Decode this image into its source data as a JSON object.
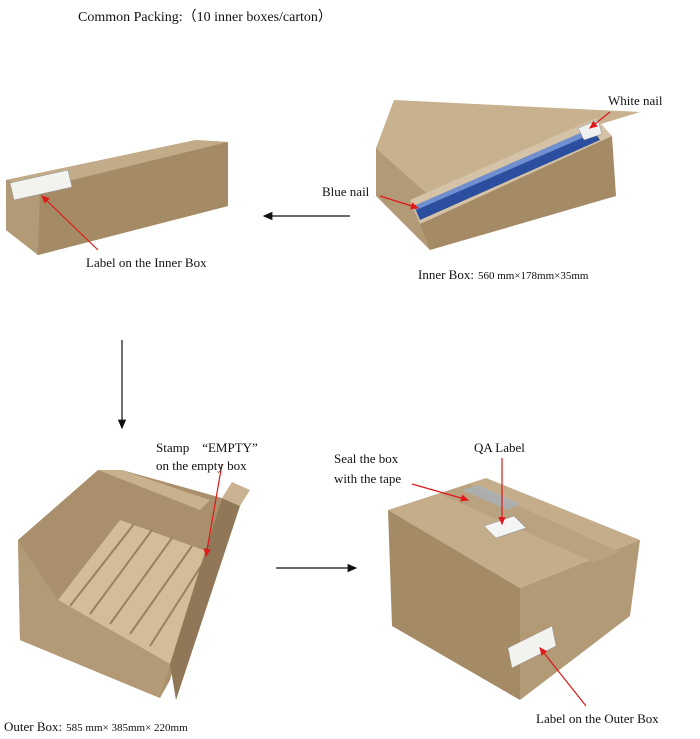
{
  "title": "Common Packing:（10 inner boxes/carton）",
  "labels": {
    "label_inner_box": "Label on the Inner Box",
    "blue_nail": "Blue nail",
    "white_nail": "White nail",
    "inner_box_prefix": "Inner Box:",
    "inner_box_dims": "560 mm×178mm×35mm",
    "stamp_line1": "Stamp　“EMPTY”",
    "stamp_line2": "on the empty box",
    "seal_line1": "Seal  the  box",
    "seal_line2": "with the tape",
    "qa_label": "QA Label",
    "outer_box_prefix": "Outer Box:",
    "outer_box_dims": "585 mm×  385mm×  220mm",
    "label_outer_box": "Label on the Outer Box"
  },
  "colors": {
    "cardboard": "#b39a76",
    "cardboard_dark": "#8f7758",
    "cardboard_light": "#c9b393",
    "blue_nail": "#2b4f9e",
    "arrow_red": "#e01818",
    "arrow_black": "#111111"
  }
}
